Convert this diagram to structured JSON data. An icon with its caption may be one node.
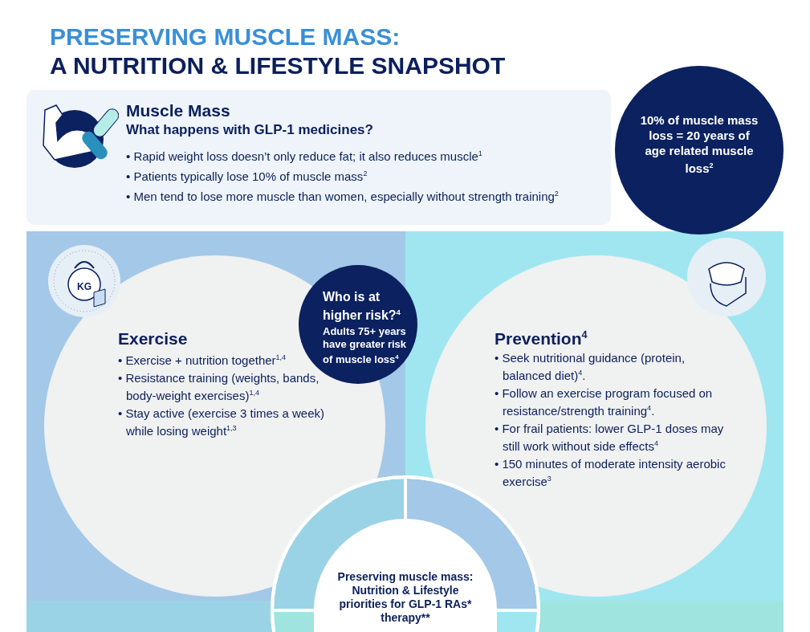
{
  "diagram": {
    "title": "PRESERVING MUSCLE MASS: A NUTRITION & LIFESTYLE SNAPSHOT",
    "nodes": [
      {
        "text": [
          "Muscle Mass",
          "What happens with GLP-1 medicines?",
          "• Rapid weight loss doesn’t only reduce fat; it also reduces muscle$^{1}$",
          "• Patients typically lose 10% of muscle mass$^{2}$",
          "• Men tend to lose more muscle than women, especially without strength training$^{2}$"
        ]
      },
      {
        "text": [
          "**10%** of muscle mass loss = **20 years** of age related muscle loss$^{2}$"
        ]
      },
      {
        "text": [
          "Exercise",
          "• Exercise + nutrition together$^{1,4}$",
          "• Resistance training (weights, bands, body-weight exercises)$^{1,4}$",
          "• Stay active (exercise 3 times a week) while losing  weight$^{1,3}$"
        ]
      },
      {
        "text": [
          "Who is at higher risk?$^{4}$",
          "Adults 75+ years have greater risk of muscle loss$^{4}$"
        ]
      },
      {
        "text": [
          "Prevention$^{4}$",
          "• Seek nutritional guidance (protein, balanced diet)$^{4}$.",
          "• Follow an exercise program focused on resistance/strength training$^{4}$.",
          "• For frail patients: lower GLP-1 doses may still work without side effects$^{4}$",
          "• 150 minutes of moderate intensity aerobic exercise$^{3}$"
        ]
      },
      {
        "text": [
          "Preserving muscle mass: Nutrition & Lifestyle priorities for GLP-1 RAs* therapy**"
        ]
      }
    ],
    "labels": [
      "KG"
    ]
  }
}
